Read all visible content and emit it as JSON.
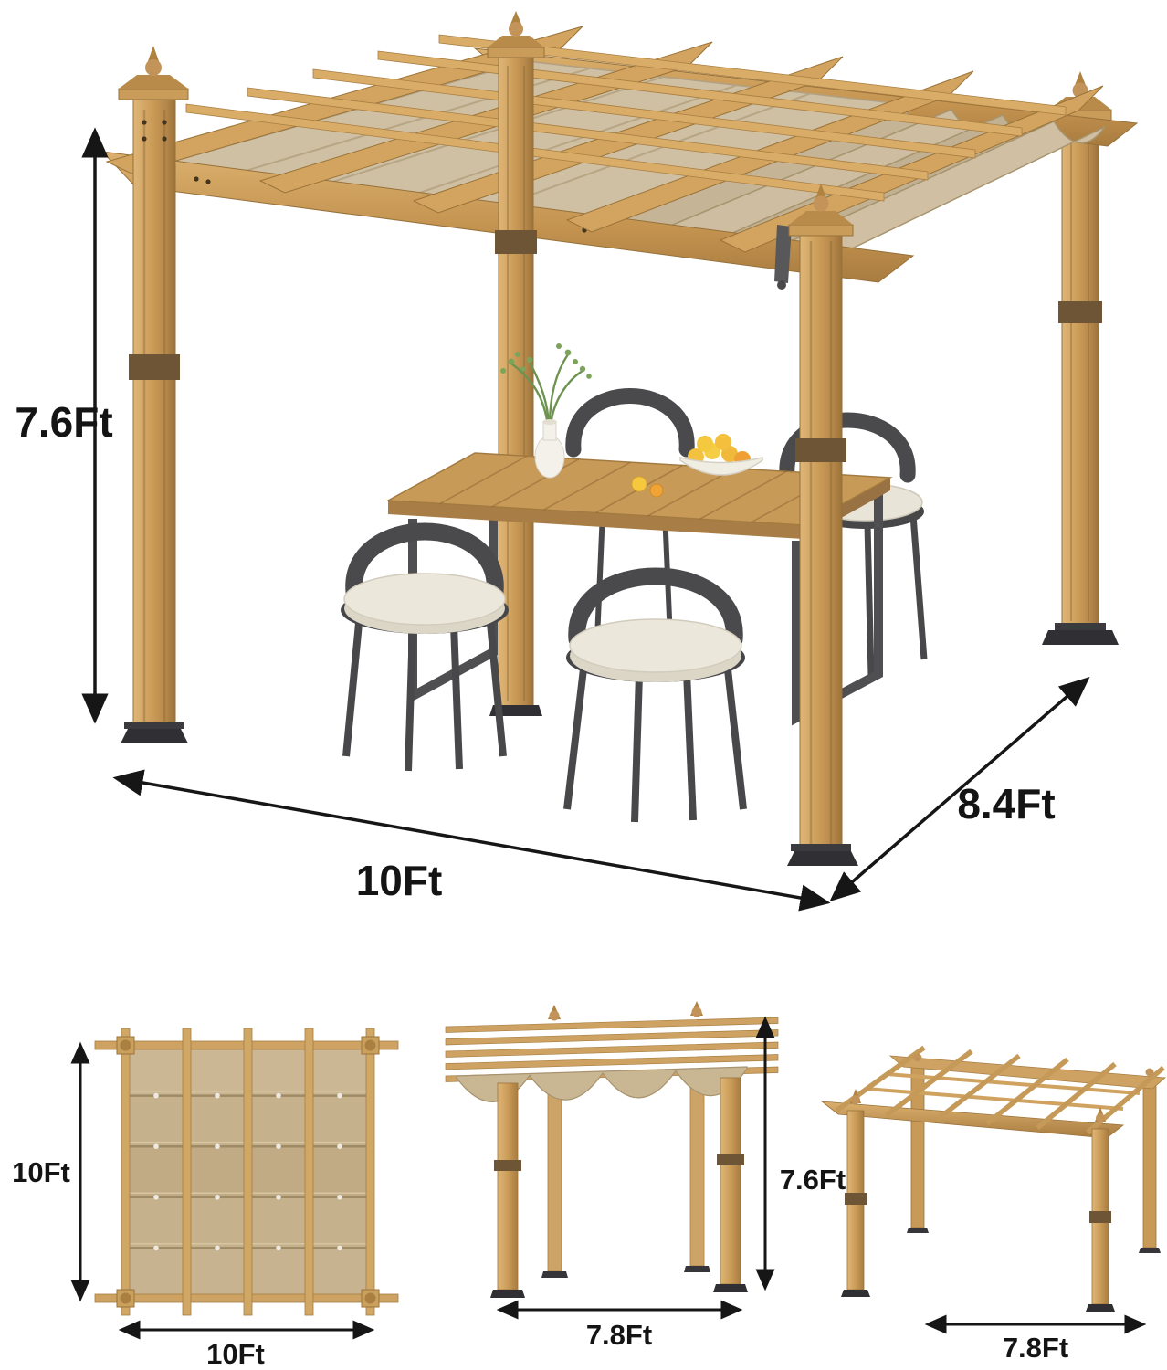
{
  "colors": {
    "background": "#ffffff",
    "wood": "#c89a55",
    "wood_light": "#dcb273",
    "wood_dark": "#9c7339",
    "canopy_fabric": "#cfc0a3",
    "metal_frame": "#4a4a4c",
    "cushion": "#ebe7db",
    "base_plate": "#2f2f34",
    "dimension_marks": "#161616"
  },
  "main_view": {
    "height_label": "7.6Ft",
    "width_label": "10Ft",
    "depth_label": "8.4Ft"
  },
  "top_view": {
    "side_label": "10Ft",
    "bottom_label": "10Ft"
  },
  "front_view": {
    "height_label": "7.6Ft",
    "width_label": "7.8Ft"
  },
  "perspective_view": {
    "width_label": "7.8Ft"
  }
}
